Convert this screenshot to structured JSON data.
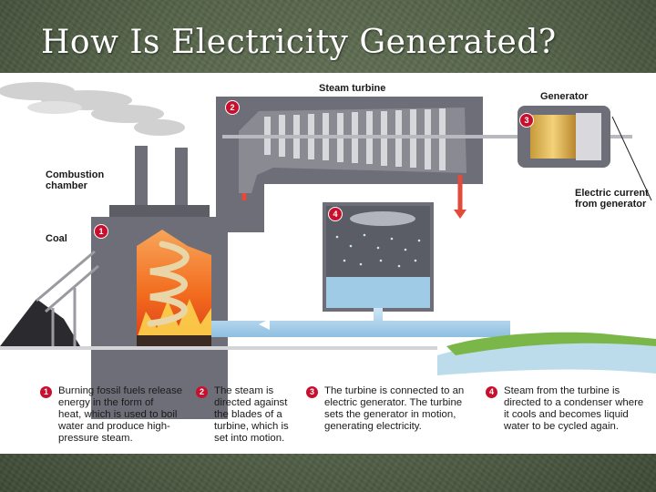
{
  "slide": {
    "title": "How Is Electricity Generated?"
  },
  "labels": {
    "steam_turbine": "Steam turbine",
    "generator": "Generator",
    "combustion_chamber": "Combustion\nchamber",
    "coal": "Coal",
    "electric_current": "Electric current\nfrom generator"
  },
  "badges": [
    "1",
    "2",
    "3",
    "4"
  ],
  "captions": [
    {
      "num": "1",
      "text": "Burning fossil fuels release\nenergy in the form of\nheat, which is used to boil\nwater and produce high-\npressure steam."
    },
    {
      "num": "2",
      "text": "The steam is\ndirected against\nthe blades of a\nturbine, which is\nset into motion."
    },
    {
      "num": "3",
      "text": "The turbine is connected to an\nelectric generator. The turbine\nsets the generator in motion,\ngenerating electricity."
    },
    {
      "num": "4",
      "text": "Steam from the turbine is\ndirected to a condenser where\nit cools and becomes liquid\nwater to be cycled again."
    }
  ],
  "colors": {
    "badge": "#c8102e",
    "water": "#9fcbe6",
    "fire": "#f26b1d",
    "housing": "#6e6e78"
  }
}
